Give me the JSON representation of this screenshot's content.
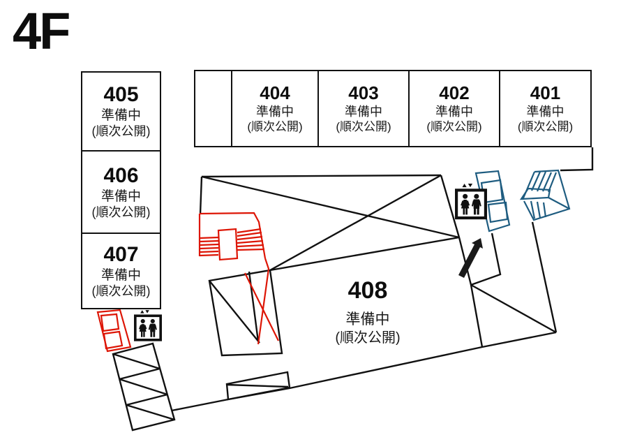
{
  "floor_label": "4F",
  "rooms": {
    "left": [
      {
        "number": "405",
        "status": "準備中",
        "note": "(順次公開)"
      },
      {
        "number": "406",
        "status": "準備中",
        "note": "(順次公開)"
      },
      {
        "number": "407",
        "status": "準備中",
        "note": "(順次公開)"
      }
    ],
    "top": [
      {
        "number": "404",
        "status": "準備中",
        "note": "(順次公開)"
      },
      {
        "number": "403",
        "status": "準備中",
        "note": "(順次公開)"
      },
      {
        "number": "402",
        "status": "準備中",
        "note": "(順次公開)"
      },
      {
        "number": "401",
        "status": "準備中",
        "note": "(順次公開)"
      }
    ],
    "main": {
      "number": "408",
      "status": "準備中",
      "note": "(順次公開)"
    }
  },
  "icons": {
    "womens_restroom": "womens-restroom-icon",
    "elevator": "elevator-icon",
    "escalator": "escalator",
    "stairs_red": "stairs-red",
    "stairs_blue": "stairs-blue",
    "direction_arrow": "direction-arrow-icon"
  },
  "colors": {
    "line_black": "#111111",
    "stair_red": "#dd1505",
    "restroom_red": "#e73323",
    "stair_blue": "#1e5c80"
  }
}
